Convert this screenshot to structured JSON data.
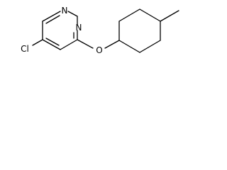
{
  "molecule": {
    "atoms": {
      "chlorine": "Cl",
      "nitrogen_top": "N",
      "nitrogen_right": "N",
      "oxygen": "O"
    },
    "colors": {
      "bond": "#000000",
      "label": "#000000",
      "background": "#ffffff"
    }
  }
}
